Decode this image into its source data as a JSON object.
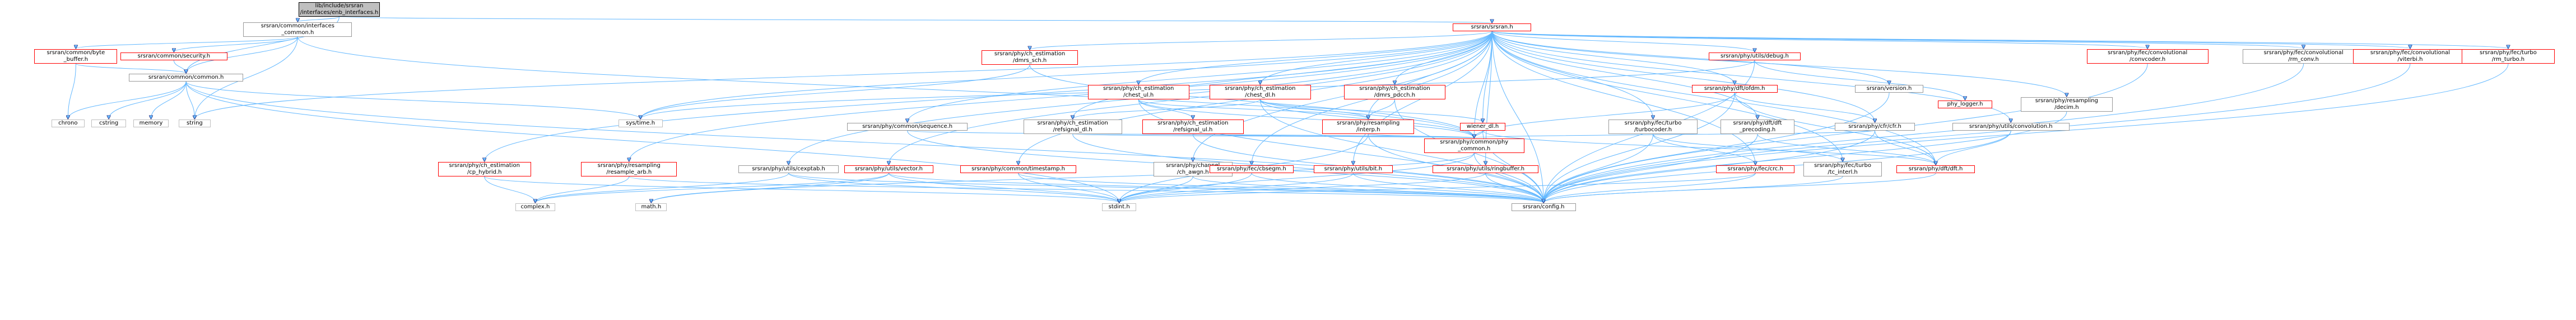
{
  "graph": {
    "nodes": [
      {
        "id": "root",
        "lines": [
          "lib/include/srsran",
          "/interfaces/enb_interfaces.h"
        ],
        "style": "root"
      },
      {
        "id": "interfaces_common",
        "lines": [
          "srsran/common/interfaces",
          "_common.h"
        ],
        "style": "black"
      },
      {
        "id": "srsran_h",
        "lines": [
          "srsran/srsran.h"
        ],
        "style": "red"
      },
      {
        "id": "byte_buffer",
        "lines": [
          "srsran/common/byte",
          "_buffer.h"
        ],
        "style": "red"
      },
      {
        "id": "security",
        "lines": [
          "srsran/common/security.h"
        ],
        "style": "red"
      },
      {
        "id": "common_h",
        "lines": [
          "srsran/common/common.h"
        ],
        "style": "black"
      },
      {
        "id": "chrono",
        "lines": [
          "chrono"
        ],
        "style": "gray"
      },
      {
        "id": "cstring",
        "lines": [
          "cstring"
        ],
        "style": "gray"
      },
      {
        "id": "memory",
        "lines": [
          "memory"
        ],
        "style": "gray"
      },
      {
        "id": "string",
        "lines": [
          "string"
        ],
        "style": "gray"
      },
      {
        "id": "systime",
        "lines": [
          "sys/time.h"
        ],
        "style": "gray"
      },
      {
        "id": "dmrs_sch",
        "lines": [
          "srsran/phy/ch_estimation",
          "/dmrs_sch.h"
        ],
        "style": "red"
      },
      {
        "id": "chest_ul",
        "lines": [
          "srsran/phy/ch_estimation",
          "/chest_ul.h"
        ],
        "style": "red"
      },
      {
        "id": "chest_dl",
        "lines": [
          "srsran/phy/ch_estimation",
          "/chest_dl.h"
        ],
        "style": "red"
      },
      {
        "id": "dmrs_pdcch",
        "lines": [
          "srsran/phy/ch_estimation",
          "/dmrs_pdcch.h"
        ],
        "style": "red"
      },
      {
        "id": "debug",
        "lines": [
          "srsran/phy/utils/debug.h"
        ],
        "style": "red"
      },
      {
        "id": "ofdm",
        "lines": [
          "srsran/phy/dft/ofdm.h"
        ],
        "style": "red"
      },
      {
        "id": "version",
        "lines": [
          "srsran/version.h"
        ],
        "style": "black"
      },
      {
        "id": "phy_logger",
        "lines": [
          "phy_logger.h"
        ],
        "style": "red"
      },
      {
        "id": "resampling_decim",
        "lines": [
          "srsran/phy/resampling",
          "/decim.h"
        ],
        "style": "black"
      },
      {
        "id": "convcoder",
        "lines": [
          "srsran/phy/fec/convolutional",
          "/convcoder.h"
        ],
        "style": "red"
      },
      {
        "id": "rm_conv",
        "lines": [
          "srsran/phy/fec/convolutional",
          "/rm_conv.h"
        ],
        "style": "black"
      },
      {
        "id": "viterbi",
        "lines": [
          "srsran/phy/fec/convolutional",
          "/viterbi.h"
        ],
        "style": "red"
      },
      {
        "id": "rm_turbo",
        "lines": [
          "srsran/phy/fec/turbo",
          "/rm_turbo.h"
        ],
        "style": "red"
      },
      {
        "id": "refsignal_dl",
        "lines": [
          "srsran/phy/ch_estimation",
          "/refsignal_dl.h"
        ],
        "style": "black"
      },
      {
        "id": "refsignal_ul",
        "lines": [
          "srsran/phy/ch_estimation",
          "/refsignal_ul.h"
        ],
        "style": "red"
      },
      {
        "id": "interp",
        "lines": [
          "srsran/phy/resampling",
          "/interp.h"
        ],
        "style": "red"
      },
      {
        "id": "sequence",
        "lines": [
          "srsran/phy/common/sequence.h"
        ],
        "style": "black"
      },
      {
        "id": "wiener_dl",
        "lines": [
          "wiener_dl.h"
        ],
        "style": "red"
      },
      {
        "id": "turbocoder",
        "lines": [
          "srsran/phy/fec/turbo",
          "/turbocoder.h"
        ],
        "style": "black"
      },
      {
        "id": "dft_precoding",
        "lines": [
          "srsran/phy/dft/dft",
          "_precoding.h"
        ],
        "style": "black"
      },
      {
        "id": "cfr",
        "lines": [
          "srsran/phy/cfr/cfr.h"
        ],
        "style": "black"
      },
      {
        "id": "convolution",
        "lines": [
          "srsran/phy/utils/convolution.h"
        ],
        "style": "black"
      },
      {
        "id": "phy_common",
        "lines": [
          "srsran/phy/common/phy",
          "_common.h"
        ],
        "style": "red"
      },
      {
        "id": "dft_h",
        "lines": [
          "srsran/phy/dft/dft.h"
        ],
        "style": "red"
      },
      {
        "id": "tc_interl",
        "lines": [
          "srsran/phy/fec/turbo",
          "/tc_interl.h"
        ],
        "style": "black"
      },
      {
        "id": "crc",
        "lines": [
          "srsran/phy/fec/crc.h"
        ],
        "style": "red"
      },
      {
        "id": "cp_hybrid",
        "lines": [
          "srsran/phy/ch_estimation",
          "/cp_hybrid.h"
        ],
        "style": "red"
      },
      {
        "id": "resample_arb",
        "lines": [
          "srsran/phy/resampling",
          "/resample_arb.h"
        ],
        "style": "red"
      },
      {
        "id": "cexptab",
        "lines": [
          "srsran/phy/utils/cexptab.h"
        ],
        "style": "black"
      },
      {
        "id": "vector",
        "lines": [
          "srsran/phy/utils/vector.h"
        ],
        "style": "red"
      },
      {
        "id": "timestamp",
        "lines": [
          "srsran/phy/common/timestamp.h"
        ],
        "style": "red"
      },
      {
        "id": "ch_awgn",
        "lines": [
          "srsran/phy/channel",
          "/ch_awgn.h"
        ],
        "style": "black"
      },
      {
        "id": "cbsegm",
        "lines": [
          "srsran/phy/fec/cbsegm.h"
        ],
        "style": "red"
      },
      {
        "id": "bit",
        "lines": [
          "srsran/phy/utils/bit.h"
        ],
        "style": "red"
      },
      {
        "id": "ringbuffer",
        "lines": [
          "srsran/phy/utils/ringbuffer.h"
        ],
        "style": "red"
      },
      {
        "id": "complex",
        "lines": [
          "complex.h"
        ],
        "style": "gray"
      },
      {
        "id": "math",
        "lines": [
          "math.h"
        ],
        "style": "gray"
      },
      {
        "id": "stdint",
        "lines": [
          "stdint.h"
        ],
        "style": "gray"
      },
      {
        "id": "config",
        "lines": [
          "srsran/config.h"
        ],
        "style": "black"
      }
    ]
  }
}
